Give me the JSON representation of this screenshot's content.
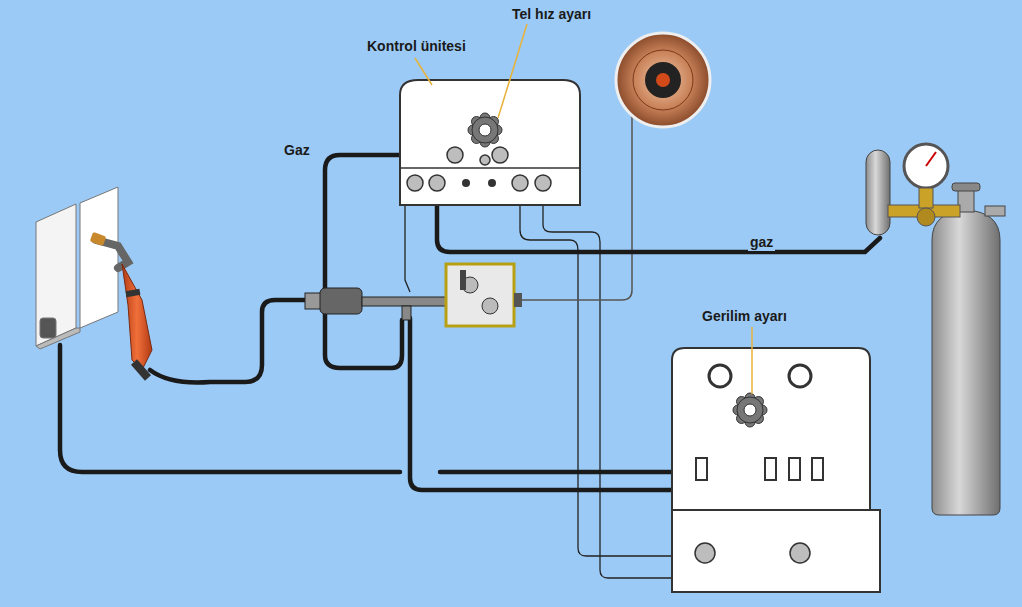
{
  "diagram": {
    "labels": [
      "Kontrol ünitesi",
      "Tel hız ayarı",
      "Gaz",
      "gaz",
      "Gerilim ayarı"
    ]
  }
}
